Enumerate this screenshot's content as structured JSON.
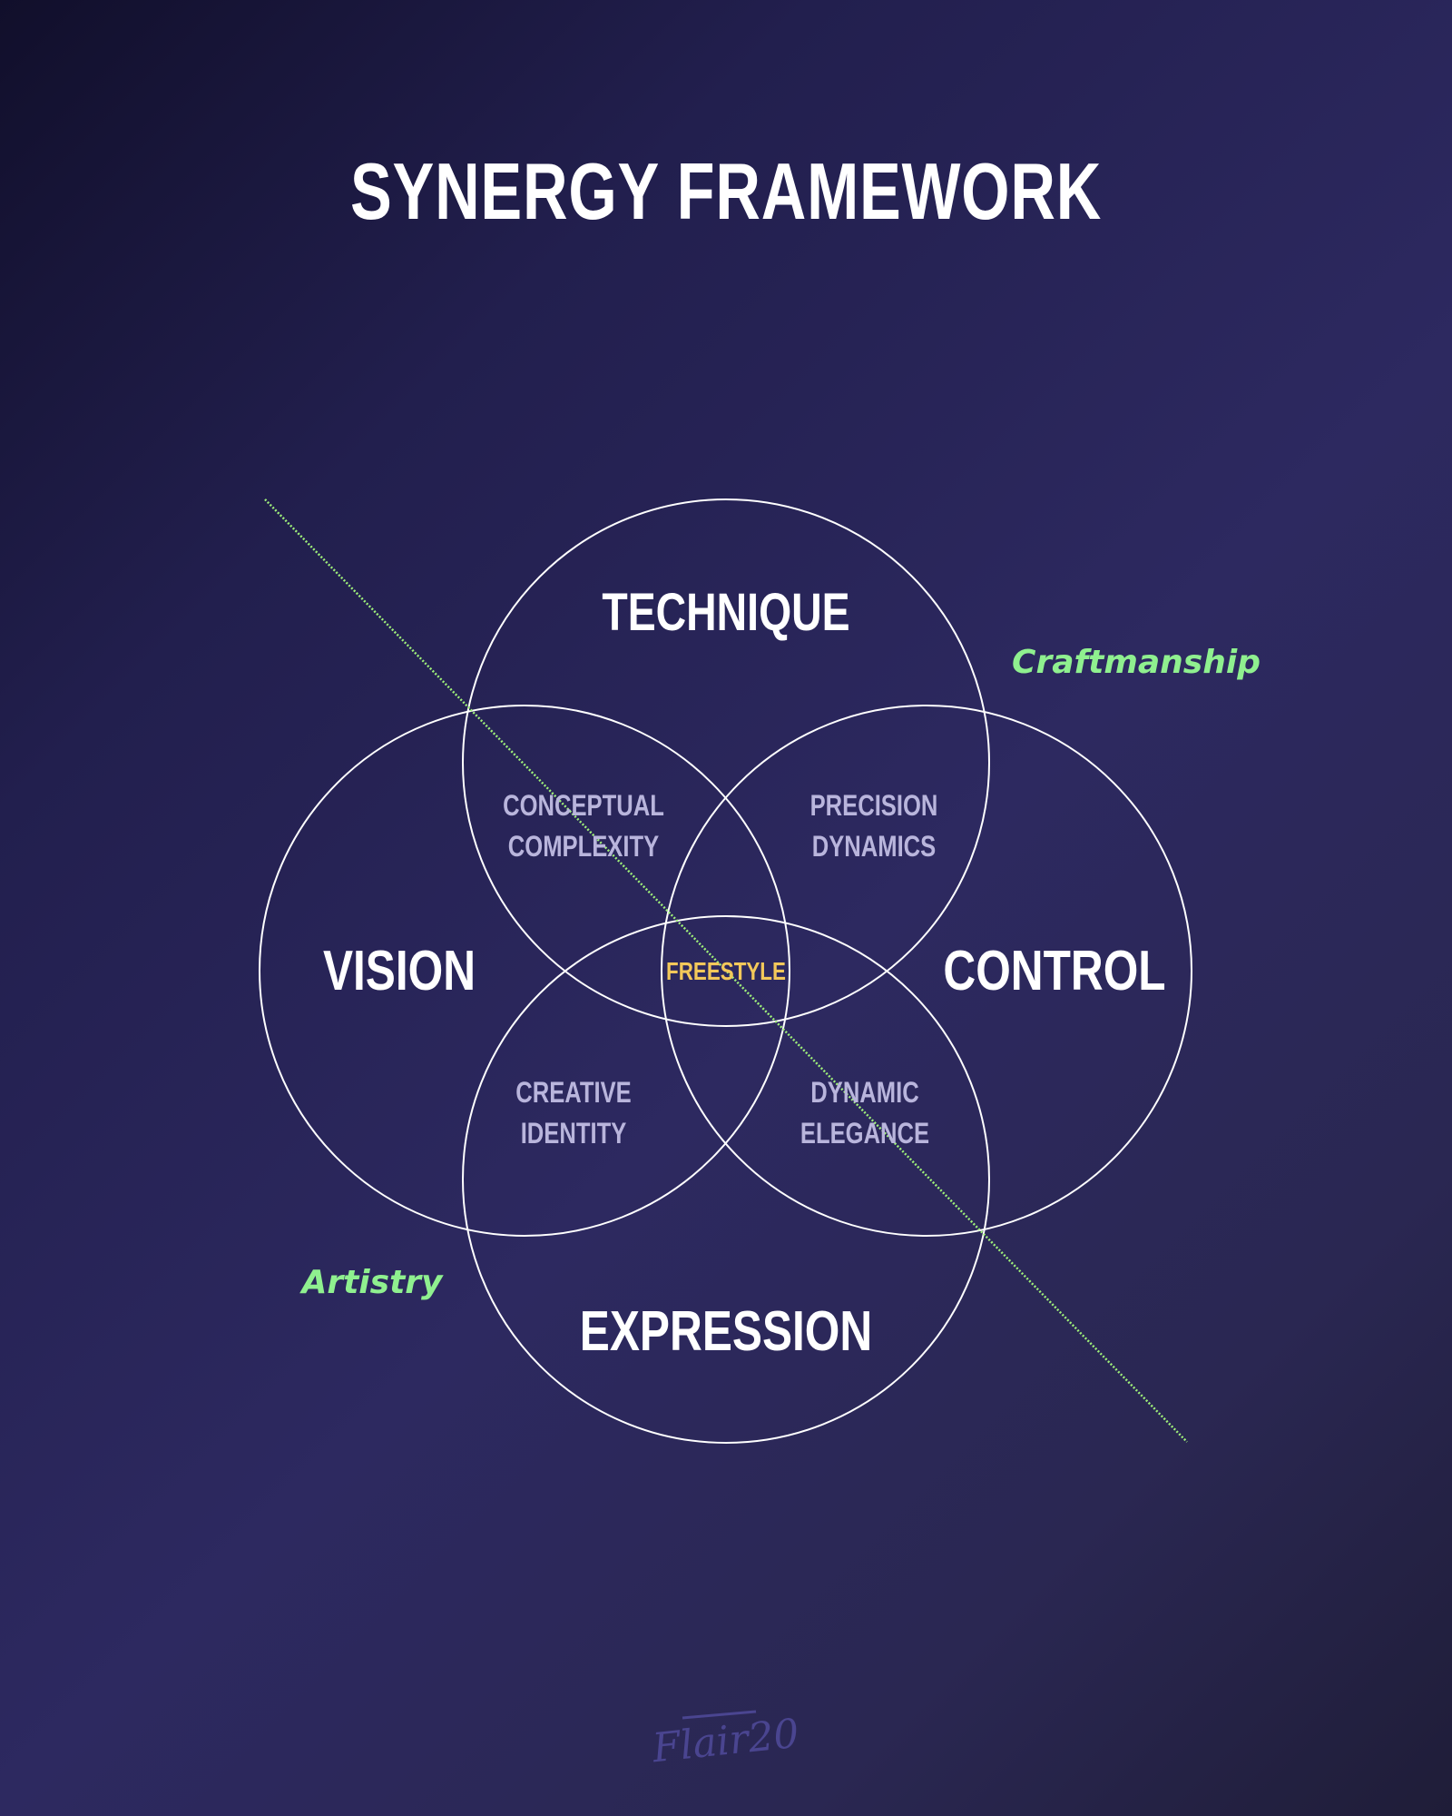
{
  "title": "SYNERGY FRAMEWORK",
  "circles": {
    "top": "TECHNIQUE",
    "left": "VISION",
    "right": "CONTROL",
    "bottom": "EXPRESSION"
  },
  "intersections": {
    "top_left": [
      "CONCEPTUAL",
      "COMPLEXITY"
    ],
    "top_right": [
      "PRECISION",
      "DYNAMICS"
    ],
    "bottom_left": [
      "CREATIVE",
      "IDENTITY"
    ],
    "bottom_right": [
      "DYNAMIC",
      "ELEGANCE"
    ]
  },
  "center": "FREESTYLE",
  "axis": {
    "upper_label": "Craftmanship",
    "lower_label": "Artistry"
  },
  "brand": "Flair20",
  "colors": {
    "circle_stroke": "#ffffff",
    "axis_line": "#9ff07a",
    "axis_label": "#8ff08f",
    "center_label": "#f3c85a",
    "intersection_label": "#b9b5dc"
  }
}
